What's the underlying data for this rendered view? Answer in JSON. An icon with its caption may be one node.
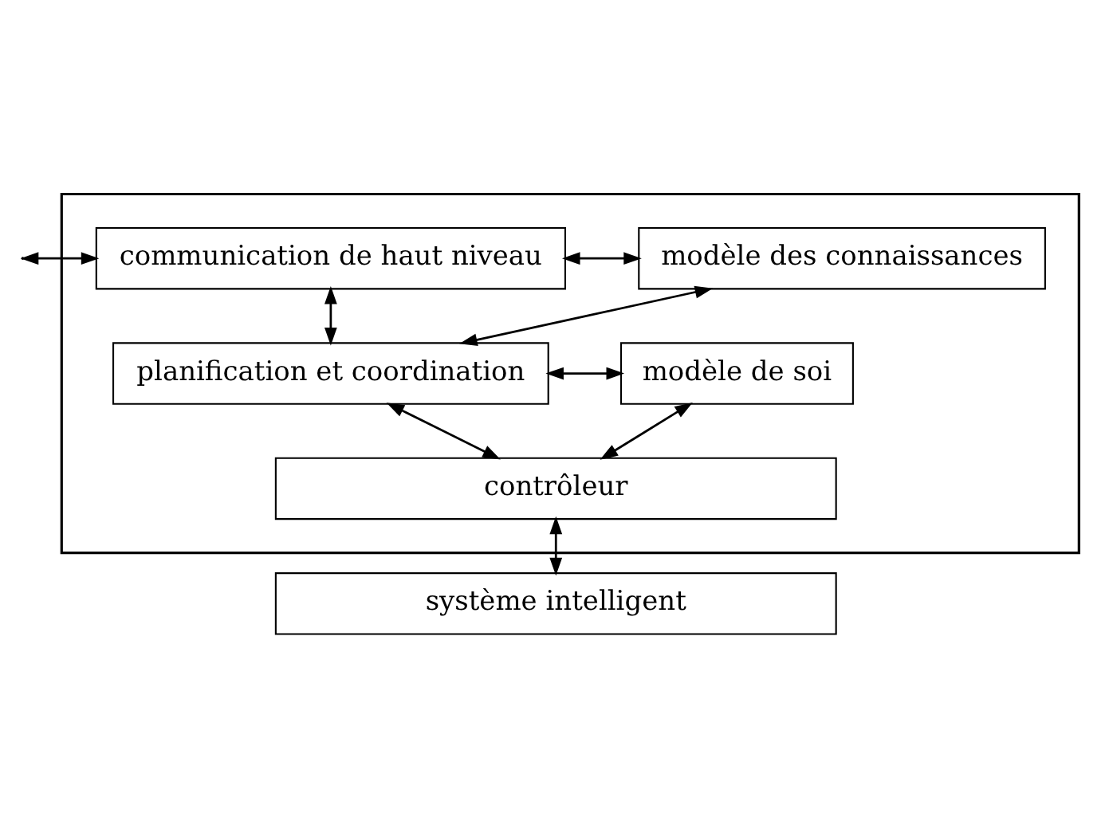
{
  "diagram": {
    "nodes": [
      {
        "text": [],
        "shape": "box"
      },
      {
        "text": [
          "communication de haut niveau"
        ],
        "in": 0
      },
      {
        "text": [
          "modèle des connaissances"
        ],
        "in": 0
      },
      {
        "text": [
          "planification et coordination"
        ],
        "in": 0
      },
      {
        "text": [
          "modèle de soi"
        ],
        "in": 0
      },
      {
        "text": [
          "contrôleur"
        ],
        "in": 0
      },
      {
        "text": [
          "système intelligent"
        ]
      }
    ],
    "edges": [
      {
        "from": null,
        "to": 1,
        "arrow": "both"
      },
      {
        "from": 1,
        "to": 2,
        "arrow": "both"
      },
      {
        "from": 1,
        "to": 3,
        "arrow": "both"
      },
      {
        "from": 2,
        "to": 3,
        "arrow": "both"
      },
      {
        "from": 3,
        "to": 4,
        "arrow": "both"
      },
      {
        "from": 3,
        "to": 5,
        "arrow": "both"
      },
      {
        "from": 4,
        "to": 5,
        "arrow": "both"
      },
      {
        "from": 5,
        "to": 6,
        "arrow": "both"
      }
    ]
  }
}
